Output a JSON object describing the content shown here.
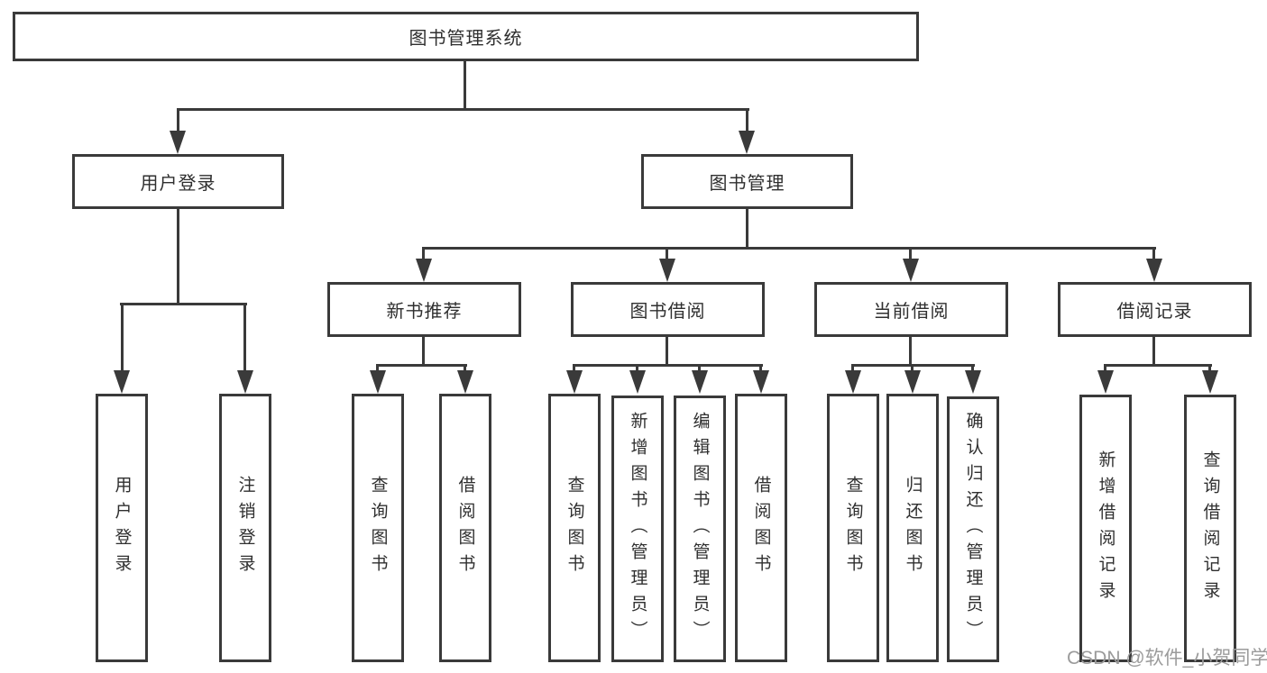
{
  "diagram": {
    "root": {
      "label": "图书管理系统"
    },
    "level2": [
      {
        "label": "用户登录"
      },
      {
        "label": "图书管理"
      }
    ],
    "level3": [
      {
        "label": "新书推荐"
      },
      {
        "label": "图书借阅"
      },
      {
        "label": "当前借阅"
      },
      {
        "label": "借阅记录"
      }
    ],
    "leaves": {
      "user_login": [
        "用户登录",
        "注销登录"
      ],
      "new_book_rec": [
        "查询图书",
        "借阅图书"
      ],
      "book_borrow": [
        "查询图书",
        "新增图书（管理员）",
        "编辑图书（管理员）",
        "借阅图书"
      ],
      "current_borrow": [
        "查询图书",
        "归还图书",
        "确认归还（管理员）"
      ],
      "borrow_records": [
        "新增借阅记录",
        "查询借阅记录"
      ]
    }
  },
  "watermark": {
    "text": "CSDN @软件_小贺同学"
  },
  "colors": {
    "line": "#3a3a3a",
    "text": "#2f2f2f",
    "watermark": "#9b9b9b",
    "background": "#ffffff"
  }
}
